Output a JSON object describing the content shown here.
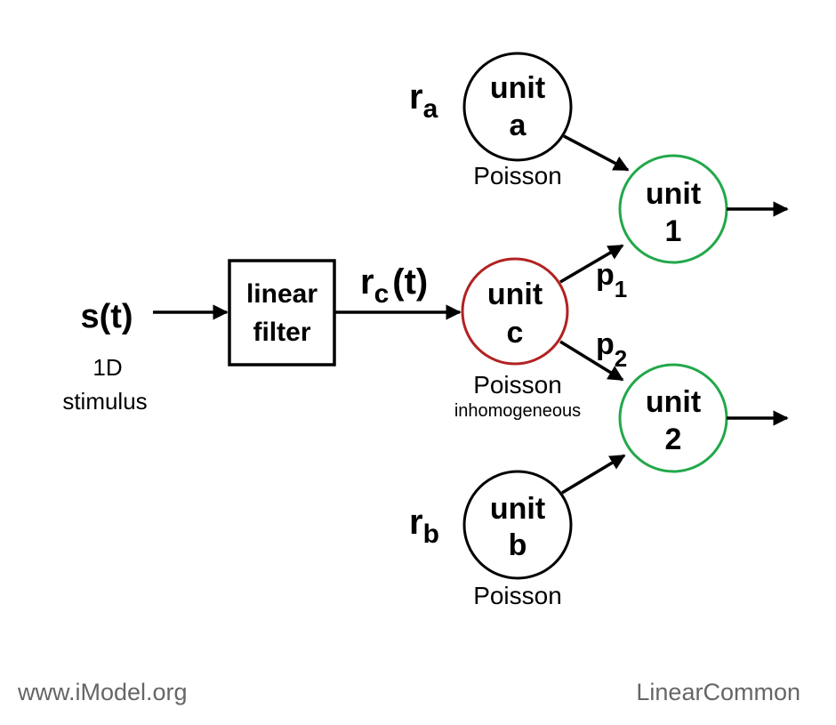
{
  "colors": {
    "stroke": "#000000",
    "unit_c": "#b22222",
    "output_units": "#22a84a",
    "footer_text": "#666666"
  },
  "input": {
    "signal": "s(t)",
    "caption_line1": "1D",
    "caption_line2": "stimulus"
  },
  "filter": {
    "line1": "linear",
    "line2": "filter"
  },
  "filter_output": {
    "rate": "r",
    "subscript": "c",
    "argument": "(t)"
  },
  "units": {
    "a": {
      "line1": "unit",
      "line2": "a",
      "rate": "r",
      "rate_sub": "a",
      "caption": "Poisson"
    },
    "b": {
      "line1": "unit",
      "line2": "b",
      "rate": "r",
      "rate_sub": "b",
      "caption": "Poisson"
    },
    "c": {
      "line1": "unit",
      "line2": "c",
      "caption_line1": "Poisson",
      "caption_line2": "inhomogeneous"
    },
    "u1": {
      "line1": "unit",
      "line2": "1"
    },
    "u2": {
      "line1": "unit",
      "line2": "2"
    }
  },
  "probabilities": {
    "p1": {
      "symbol": "p",
      "sub": "1"
    },
    "p2": {
      "symbol": "p",
      "sub": "2"
    }
  },
  "footer": {
    "left": "www.iModel.org",
    "right": "LinearCommon"
  }
}
